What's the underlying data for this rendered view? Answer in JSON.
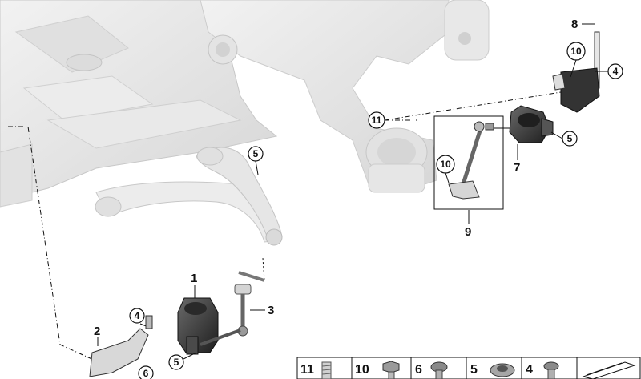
{
  "diagram": {
    "callouts_plain": [
      {
        "id": "c1",
        "label": "1"
      },
      {
        "id": "c2",
        "label": "2"
      },
      {
        "id": "c3",
        "label": "3"
      },
      {
        "id": "c7",
        "label": "7"
      },
      {
        "id": "c8",
        "label": "8"
      },
      {
        "id": "c9",
        "label": "9"
      }
    ],
    "callouts_circled": [
      {
        "id": "cc5a",
        "label": "5"
      },
      {
        "id": "cc4a",
        "label": "4"
      },
      {
        "id": "cc6a",
        "label": "6"
      },
      {
        "id": "cc5b",
        "label": "5"
      },
      {
        "id": "cc10a",
        "label": "10"
      },
      {
        "id": "cc4b",
        "label": "4"
      },
      {
        "id": "cc11a",
        "label": "11"
      },
      {
        "id": "cc5c",
        "label": "5"
      },
      {
        "id": "cc10b",
        "label": "10"
      }
    ],
    "legend": {
      "items": [
        {
          "label": "11",
          "icon": "threaded-insert-icon"
        },
        {
          "label": "10",
          "icon": "hex-flange-bolt-icon"
        },
        {
          "label": "6",
          "icon": "torx-screw-icon"
        },
        {
          "label": "5",
          "icon": "flange-nut-icon"
        },
        {
          "label": "4",
          "icon": "torx-screw-icon"
        },
        {
          "label": "",
          "icon": "parts-list-arrow-icon"
        }
      ]
    },
    "colors": {
      "part_light": "#e6e6e6",
      "part_mid": "#cfcfcf",
      "part_dark": "#3a3a3a",
      "line": "#111111"
    }
  }
}
